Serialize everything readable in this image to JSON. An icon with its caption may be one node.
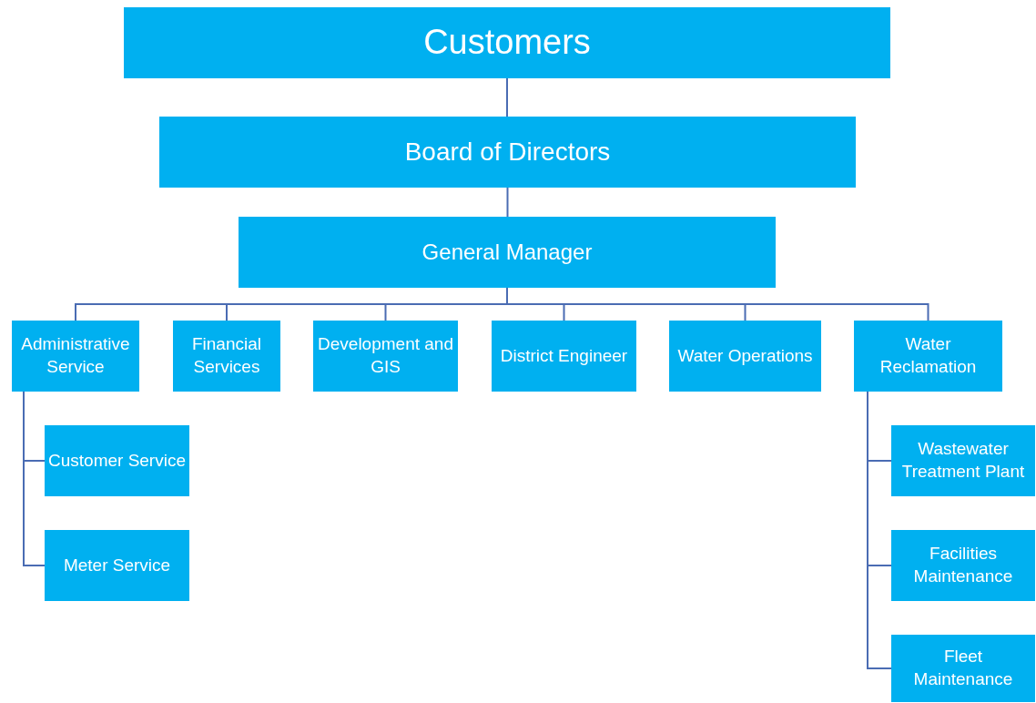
{
  "diagram": {
    "nodes": [
      {
        "text": [
          "Customers"
        ]
      },
      {
        "text": [
          "Board of Directors"
        ]
      },
      {
        "text": [
          "General Manager"
        ]
      },
      {
        "text": [
          "Administrative Service"
        ]
      },
      {
        "text": [
          "Financial Services"
        ]
      },
      {
        "text": [
          "Development and GIS"
        ]
      },
      {
        "text": [
          "District Engineer"
        ]
      },
      {
        "text": [
          "Water Operations"
        ]
      },
      {
        "text": [
          "Water Reclamation"
        ]
      },
      {
        "text": [
          "Customer Service"
        ]
      },
      {
        "text": [
          "Meter Service"
        ]
      },
      {
        "text": [
          "Wastewater Treatment Plant"
        ]
      },
      {
        "text": [
          "Facilities Maintenance"
        ]
      },
      {
        "text": [
          "Fleet Maintenance"
        ]
      }
    ],
    "edges": [
      {
        "from": 0,
        "to": 1,
        "arrow": "none"
      },
      {
        "from": 1,
        "to": 2,
        "arrow": "none"
      },
      {
        "from": 2,
        "to": 3,
        "arrow": "none"
      },
      {
        "from": 2,
        "to": 4,
        "arrow": "none"
      },
      {
        "from": 2,
        "to": 5,
        "arrow": "none"
      },
      {
        "from": 2,
        "to": 6,
        "arrow": "none"
      },
      {
        "from": 2,
        "to": 7,
        "arrow": "none"
      },
      {
        "from": 2,
        "to": 8,
        "arrow": "none"
      },
      {
        "from": 3,
        "to": 9,
        "arrow": "none"
      },
      {
        "from": 3,
        "to": 10,
        "arrow": "none"
      },
      {
        "from": 8,
        "to": 11,
        "arrow": "none"
      },
      {
        "from": 8,
        "to": 12,
        "arrow": "none"
      },
      {
        "from": 8,
        "to": 13,
        "arrow": "none"
      }
    ]
  }
}
